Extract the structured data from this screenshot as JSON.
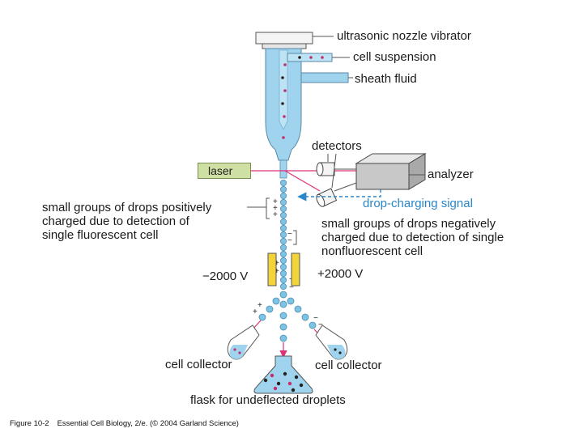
{
  "labels": {
    "nozzle_vibrator": "ultrasonic nozzle vibrator",
    "cell_suspension": "cell suspension",
    "sheath_fluid": "sheath fluid",
    "detectors": "detectors",
    "laser": "laser",
    "analyzer": "analyzer",
    "drop_charging_signal": "drop-charging signal",
    "positive_groups": [
      "small groups of drops positively",
      "charged due to detection of",
      "single fluorescent cell"
    ],
    "negative_groups": [
      "small groups of drops negatively",
      "charged due to detection of single",
      "nonfluorescent cell"
    ],
    "voltage_left": "−2000 V",
    "voltage_right": "+2000 V",
    "collector_left": "cell collector",
    "collector_right": "cell collector",
    "flask": "flask for undeflected droplets"
  },
  "caption": {
    "figure": "Figure 10-2",
    "text": "Essential Cell Biology, 2/e. (© 2004 Garland Science)"
  },
  "colors": {
    "fluid_blue": "#9fd3ee",
    "drop_blue": "#7cc3e6",
    "laser_pink": "#e0307a",
    "signal_blue": "#2a86c8",
    "plate_yellow": "#f2d43a",
    "laser_green": "#cfe0a4",
    "analyzer_grey": "#bdbdbd"
  }
}
